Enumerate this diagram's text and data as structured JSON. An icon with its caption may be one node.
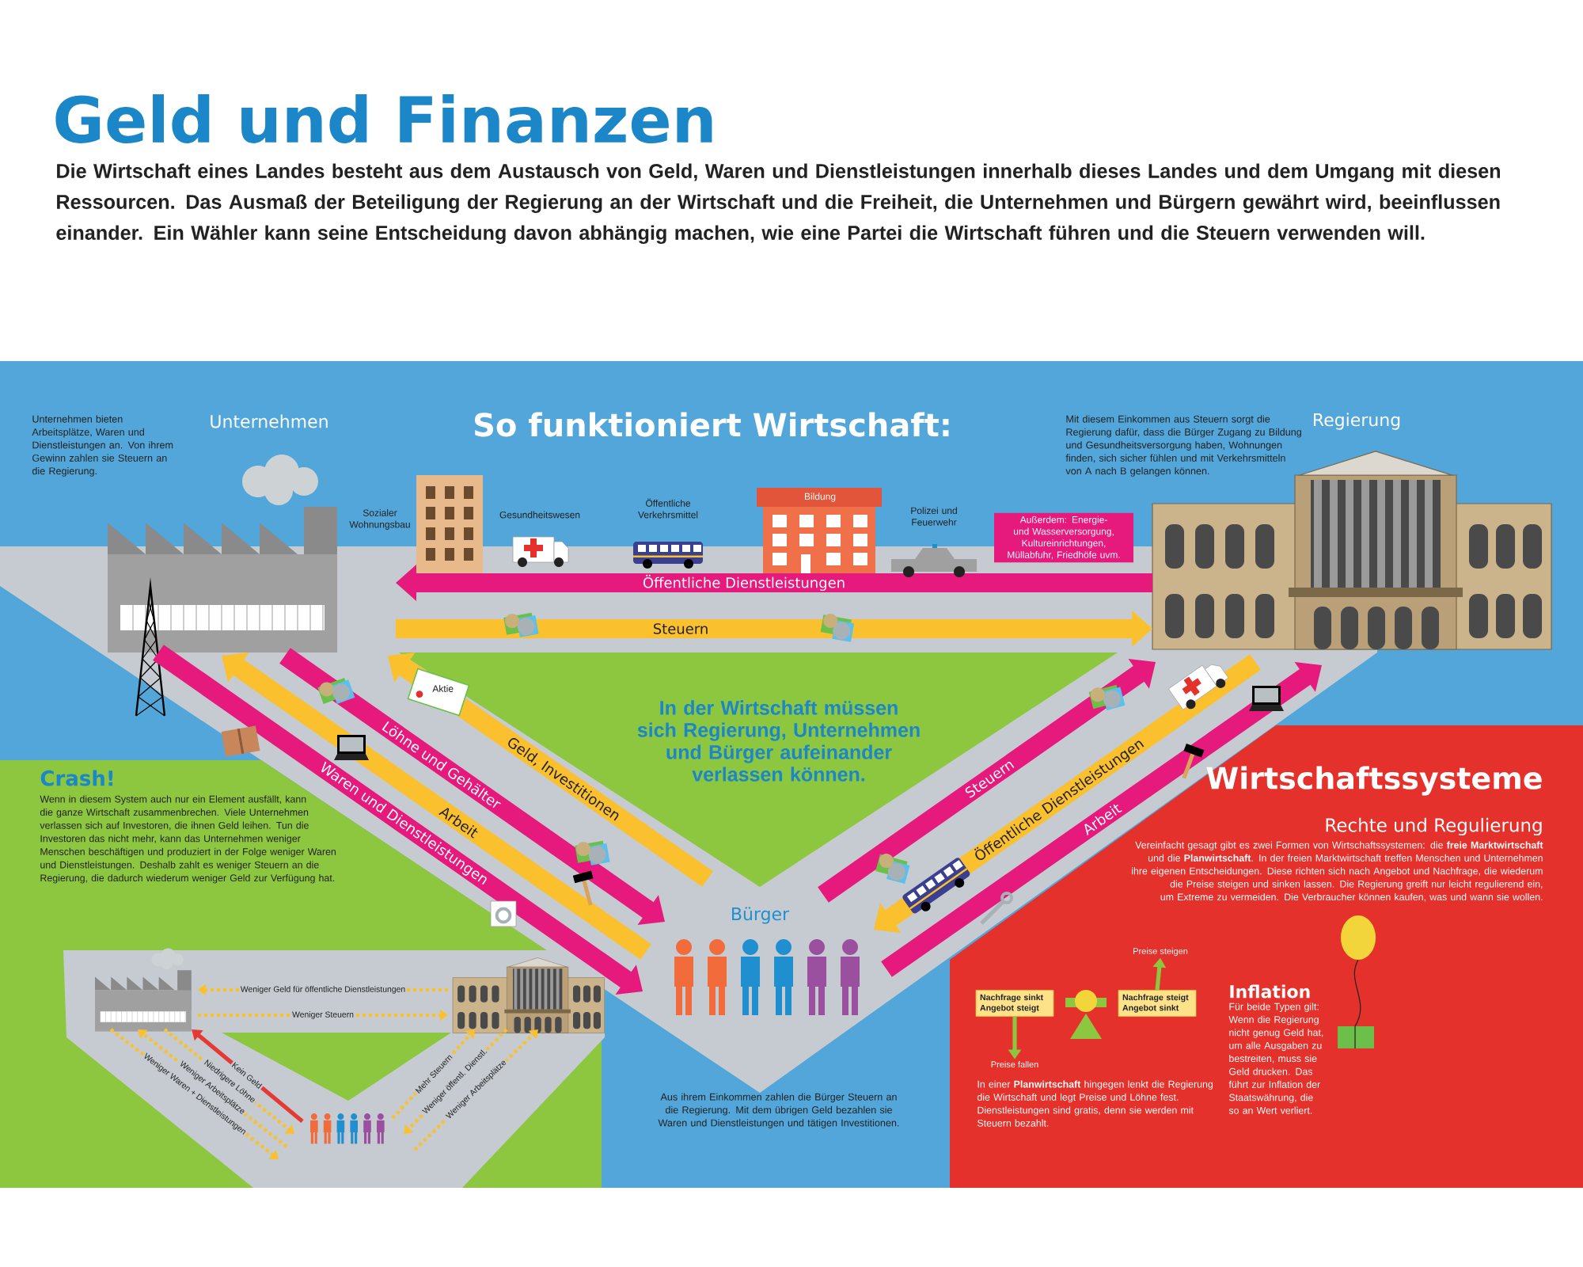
{
  "diagram": {
    "title": "Geld und Finanzen",
    "nodes": [
      {
        "text": [
          "Unternehmen"
        ],
        "beside": [
          "Unternehmen bieten Arbeitsplätze, Waren und Dienstleistungen an. Von ihrem Gewinn zahlen sie Steuern an die Regierung."
        ]
      },
      {
        "text": [
          "Regierung"
        ],
        "beside": [
          "Mit diesem Einkommen aus Steuern sorgt die Regierung dafür, dass die Bürger Zugang zu Bildung und Gesundheitsversorgung haben, Wohnungen finden, sich sicher fühlen und mit Verkehrsmitteln von A nach B gelangen können."
        ]
      },
      {
        "text": [
          "Bürger"
        ]
      },
      {
        "text": [
          "Außerdem: Energie- und Wasserversorgung, Kultureinrichtungen, Müllabfuhr, Friedhöfe uvm."
        ]
      },
      {
        "text": [],
        "shape": "picture"
      },
      {
        "text": [],
        "shape": "picture"
      },
      {
        "text": [],
        "shape": "picture"
      },
      {
        "text": [
          "Nachfrage sinkt Angebot steigt"
        ]
      },
      {
        "text": [
          "Nachfrage steigt Angebot sinkt"
        ]
      },
      {
        "text": [
          "Preise steigen"
        ]
      },
      {
        "text": [
          "Preise fallen"
        ]
      }
    ],
    "edges": [
      {
        "from": 1,
        "to": 0,
        "arrow": "to",
        "label": "Öffentliche Dienstleistungen",
        "style": "thick",
        "color": "#e6197c"
      },
      {
        "from": 0,
        "to": 1,
        "arrow": "to",
        "label": "Steuern",
        "style": "thick"
      },
      {
        "from": 2,
        "to": 0,
        "arrow": "to",
        "label": "Geld, Investitionen",
        "style": "thick"
      },
      {
        "from": 0,
        "to": 2,
        "arrow": "to",
        "label": "Löhne und Gehälter",
        "style": "thick",
        "color": "#e6197c"
      },
      {
        "from": 2,
        "to": 0,
        "arrow": "to",
        "label": "Arbeit",
        "style": "thick"
      },
      {
        "from": 0,
        "to": 2,
        "arrow": "to",
        "label": "Waren und Dienstleistungen",
        "style": "thick",
        "color": "#e6197c"
      },
      {
        "from": 2,
        "to": 1,
        "arrow": "to",
        "label": "Steuern",
        "style": "thick",
        "color": "#e6197c"
      },
      {
        "from": 1,
        "to": 2,
        "arrow": "to",
        "label": "Öffentliche Dienstleistungen",
        "style": "thick"
      },
      {
        "from": 2,
        "to": 1,
        "arrow": "to",
        "label": "Arbeit",
        "style": "thick",
        "color": "#e6197c"
      },
      {
        "from": 5,
        "to": 4,
        "arrow": "to",
        "label": "Weniger Geld für öffentliche Dienstleistungen",
        "style": "dashed"
      },
      {
        "from": 4,
        "to": 5,
        "arrow": "to",
        "label": "Weniger Steuern",
        "style": "dashed"
      },
      {
        "from": 6,
        "to": 4,
        "arrow": "to",
        "label": "Kein Geld",
        "color": "#e53935"
      },
      {
        "from": 4,
        "to": 6,
        "arrow": "to",
        "label": "Niedrigere Löhne",
        "style": "dashed"
      },
      {
        "from": 6,
        "to": 4,
        "arrow": "to",
        "label": "Weniger Arbeitsplätze",
        "style": "dashed"
      },
      {
        "from": 4,
        "to": 6,
        "arrow": "to",
        "label": "Weniger Waren + Dienstleistungen",
        "style": "dashed"
      },
      {
        "from": 6,
        "to": 5,
        "arrow": "to",
        "label": "Mehr Steuern",
        "style": "dashed"
      },
      {
        "from": 5,
        "to": 6,
        "arrow": "to",
        "label": "Weniger öffentl. Dienstl.",
        "style": "dashed"
      },
      {
        "from": 6,
        "to": 5,
        "arrow": "to",
        "label": "Weniger Arbeitsplätze",
        "style": "dashed"
      },
      {
        "from": 7,
        "to": 10,
        "arrow": "to",
        "color": "#8dc63f"
      },
      {
        "from": 8,
        "to": 9,
        "arrow": "to",
        "color": "#8dc63f"
      }
    ],
    "labels": [
      "Die Wirtschaft eines Landes besteht aus dem Austausch von Geld, Waren und Dienstleistungen innerhalb dieses Landes und dem Umgang mit diesen Ressourcen. Das Ausmaß der Beteiligung der Regierung an der Wirtschaft und die Freiheit, die Unternehmen und Bürgern gewährt wird, beeinflussen einander. Ein Wähler kann seine Entscheidung davon abhängig machen, wie eine Partei die Wirtschaft führen und die Steuern verwenden will.",
      "So funktioniert Wirtschaft:",
      "Sozialer Wohnungsbau",
      "Gesundheitswesen",
      "Öffentliche Verkehrsmittel",
      "Bildung",
      "Polizei und Feuerwehr",
      "Aktie",
      "In der Wirtschaft müssen sich Regierung, Unternehmen und Bürger aufeinander verlassen können.",
      "Crash!",
      "Wenn in diesem System auch nur ein Element ausfällt, kann die ganze Wirtschaft zusammenbrechen. Viele Unternehmen verlassen sich auf Investoren, die ihnen Geld leihen. Tun die Investoren das nicht mehr, kann das Unternehmen weniger Menschen beschäftigen und produziert in der Folge weniger Waren und Dienstleistungen. Deshalb zahlt es weniger Steuern an die Regierung, die dadurch wiederum weniger Geld zur Verfügung hat.",
      "Wirtschaftssysteme",
      "Rechte und Regulierung",
      "Vereinfacht gesagt gibt es zwei Formen von Wirtschaftssystemen: die **freie Marktwirtschaft** und die **Planwirtschaft**. In der freien Marktwirtschaft treffen Menschen und Unternehmen ihre eigenen Entscheidungen. Diese richten sich nach Angebot und Nachfrage, die wiederum die Preise steigen und sinken lassen. Die Regierung greift nur leicht regulierend ein, um Extreme zu vermeiden. Die Verbraucher können kaufen, was und wann sie wollen.",
      "In einer **Planwirtschaft** hingegen lenkt die Regierung die Wirtschaft und legt Preise und Löhne fest. Dienstleistungen sind gratis, denn sie werden mit Steuern bezahlt.",
      "Inflation",
      "Für beide Typen gilt: Wenn die Regierung nicht genug Geld hat, um alle Ausgaben zu bestreiten, muss sie Geld drucken. Das führt zur Inflation der Staatswährung, die so an Wert verliert.",
      "Aus ihrem Einkommen zahlen die Bürger Steuern an die Regierung. Mit dem übrigen Geld bezahlen sie Waren und Dienstleistungen und tätigen Investitionen."
    ]
  }
}
